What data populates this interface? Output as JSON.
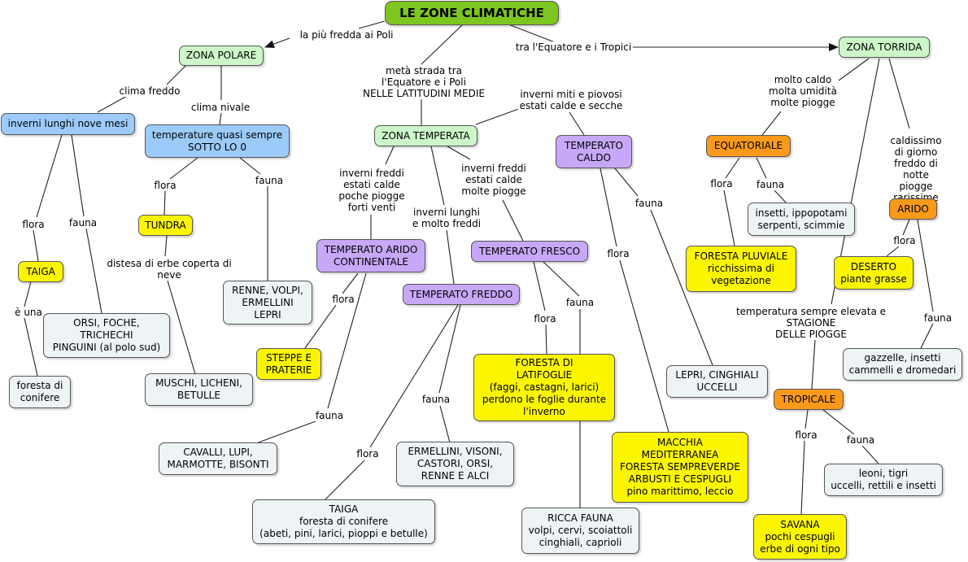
{
  "nodes": {
    "title": "LE ZONE CLIMATICHE",
    "zona_polare": "ZONA POLARE",
    "zona_torrida": "ZONA TORRIDA",
    "zona_temperata": "ZONA TEMPERATA",
    "inverni_lunghi": "inverni lunghi nove mesi",
    "temp_sotto_zero": "temperature quasi sempre\nSOTTO LO 0",
    "taiga_polare": "TAIGA",
    "foresta_conifere": "foresta di\nconifere",
    "orsi_foche": "ORSI, FOCHE,\nTRICHECHI\nPINGUINI (al polo sud)",
    "tundra": "TUNDRA",
    "muschi": "MUSCHI, LICHENI,\nBETULLE",
    "renne_volpi": "RENNE, VOLPI,\nERMELLINI\nLEPRI",
    "temp_arido": "TEMPERATO ARIDO\nCONTINENTALE",
    "steppe": "STEPPE E\nPRATERIE",
    "cavalli": "CAVALLI, LUPI,\nMARMOTTE, BISONTI",
    "temp_freddo": "TEMPERATO FREDDO",
    "taiga_temp": "TAIGA\nforesta di conifere\n(abeti, pini, larici, pioppi e betulle)",
    "ermellini": "ERMELLINI, VISONI,\nCASTORI, ORSI,\nRENNE E ALCI",
    "temp_fresco": "TEMPERATO FRESCO",
    "latifoglie": "FORESTA DI\nLATIFOGLIE\n(faggi, castagni, larici)\nperdono le foglie durante\nl'inverno",
    "ricca_fauna": "RICCA FAUNA\nvolpi, cervi, scoiattoli\ncinghiali, caprioli",
    "temp_caldo": "TEMPERATO\nCALDO",
    "macchia": "MACCHIA\nMEDITERRANEA\nFORESTA SEMPREVERDE\nARBUSTI E CESPUGLI\npino marittimo, leccio",
    "lepri_cinghiali": "LEPRI, CINGHIALI\nUCCELLI",
    "equatoriale": "EQUATORIALE",
    "foresta_pluviale": "FORESTA PLUVIALE\nricchissima di\nvegetazione",
    "ippopotami": "insetti, ippopotami\nserpenti, scimmie",
    "arido": "ARIDO",
    "deserto": "DESERTO\npiante grasse",
    "gazzelle": "gazzelle, insetti\ncammelli e dromedari",
    "tropicale": "TROPICALE",
    "savana": "SAVANA\npochi cespugli\nerbe di ogni tipo",
    "leoni": "leoni, tigri\nuccelli, rettili e insetti"
  },
  "links": {
    "piu_fredda": "la più fredda ai Poli",
    "equatore_tropici": "tra l'Equatore e i Tropici",
    "meta_strada": "metà strada tra\nl'Equatore e i Poli\nNELLE LATITUDINI MEDIE",
    "clima_freddo": "clima freddo",
    "clima_nivale": "clima nivale",
    "inverni_miti": "inverni miti e piovosi\nestati calde e secche",
    "molto_caldo": "molto caldo\nmolta umidità\nmolte piogge",
    "caldissimo": "caldissimo di giorno\nfreddo di notte\npiogge rarissime",
    "flora_taiga": "flora",
    "fauna_orsi": "fauna",
    "e_una": "è una",
    "flora_tundra": "flora",
    "fauna_renne": "fauna",
    "distesa": "distesa di erbe coperta di\nneve",
    "inverni_freddi_arido": "inverni freddi\nestati calde\npoche piogge\nforti venti",
    "inverni_lunghi_freddi": "inverni lunghi\ne molto freddi",
    "inverni_freddi_fresco": "inverni freddi\nestati calde\nmolte piogge",
    "flora_steppe": "flora",
    "fauna_cavalli": "fauna",
    "fauna_ermellini": "fauna",
    "flora_taiga_temp": "flora",
    "flora_latifoglie": "flora",
    "fauna_ricca": "fauna",
    "fauna_lepri": "fauna",
    "flora_macchia": "flora",
    "flora_pluviale": "flora",
    "fauna_ippo": "fauna",
    "flora_deserto": "flora",
    "fauna_gazzelle": "fauna",
    "temperatura_elevata": "temperatura sempre elevata e\nSTAGIONE\nDELLE PIOGGE",
    "flora_savana": "flora",
    "fauna_leoni": "fauna"
  },
  "colors": {
    "title": "#7dc61f",
    "zone": "#ccf7c8",
    "blue": "#9ccbf9",
    "purple": "#c6a8f7",
    "yellow": "#fbf600",
    "orange": "#fb9a1a",
    "grey": "#eef3f5",
    "line": "#222222"
  }
}
